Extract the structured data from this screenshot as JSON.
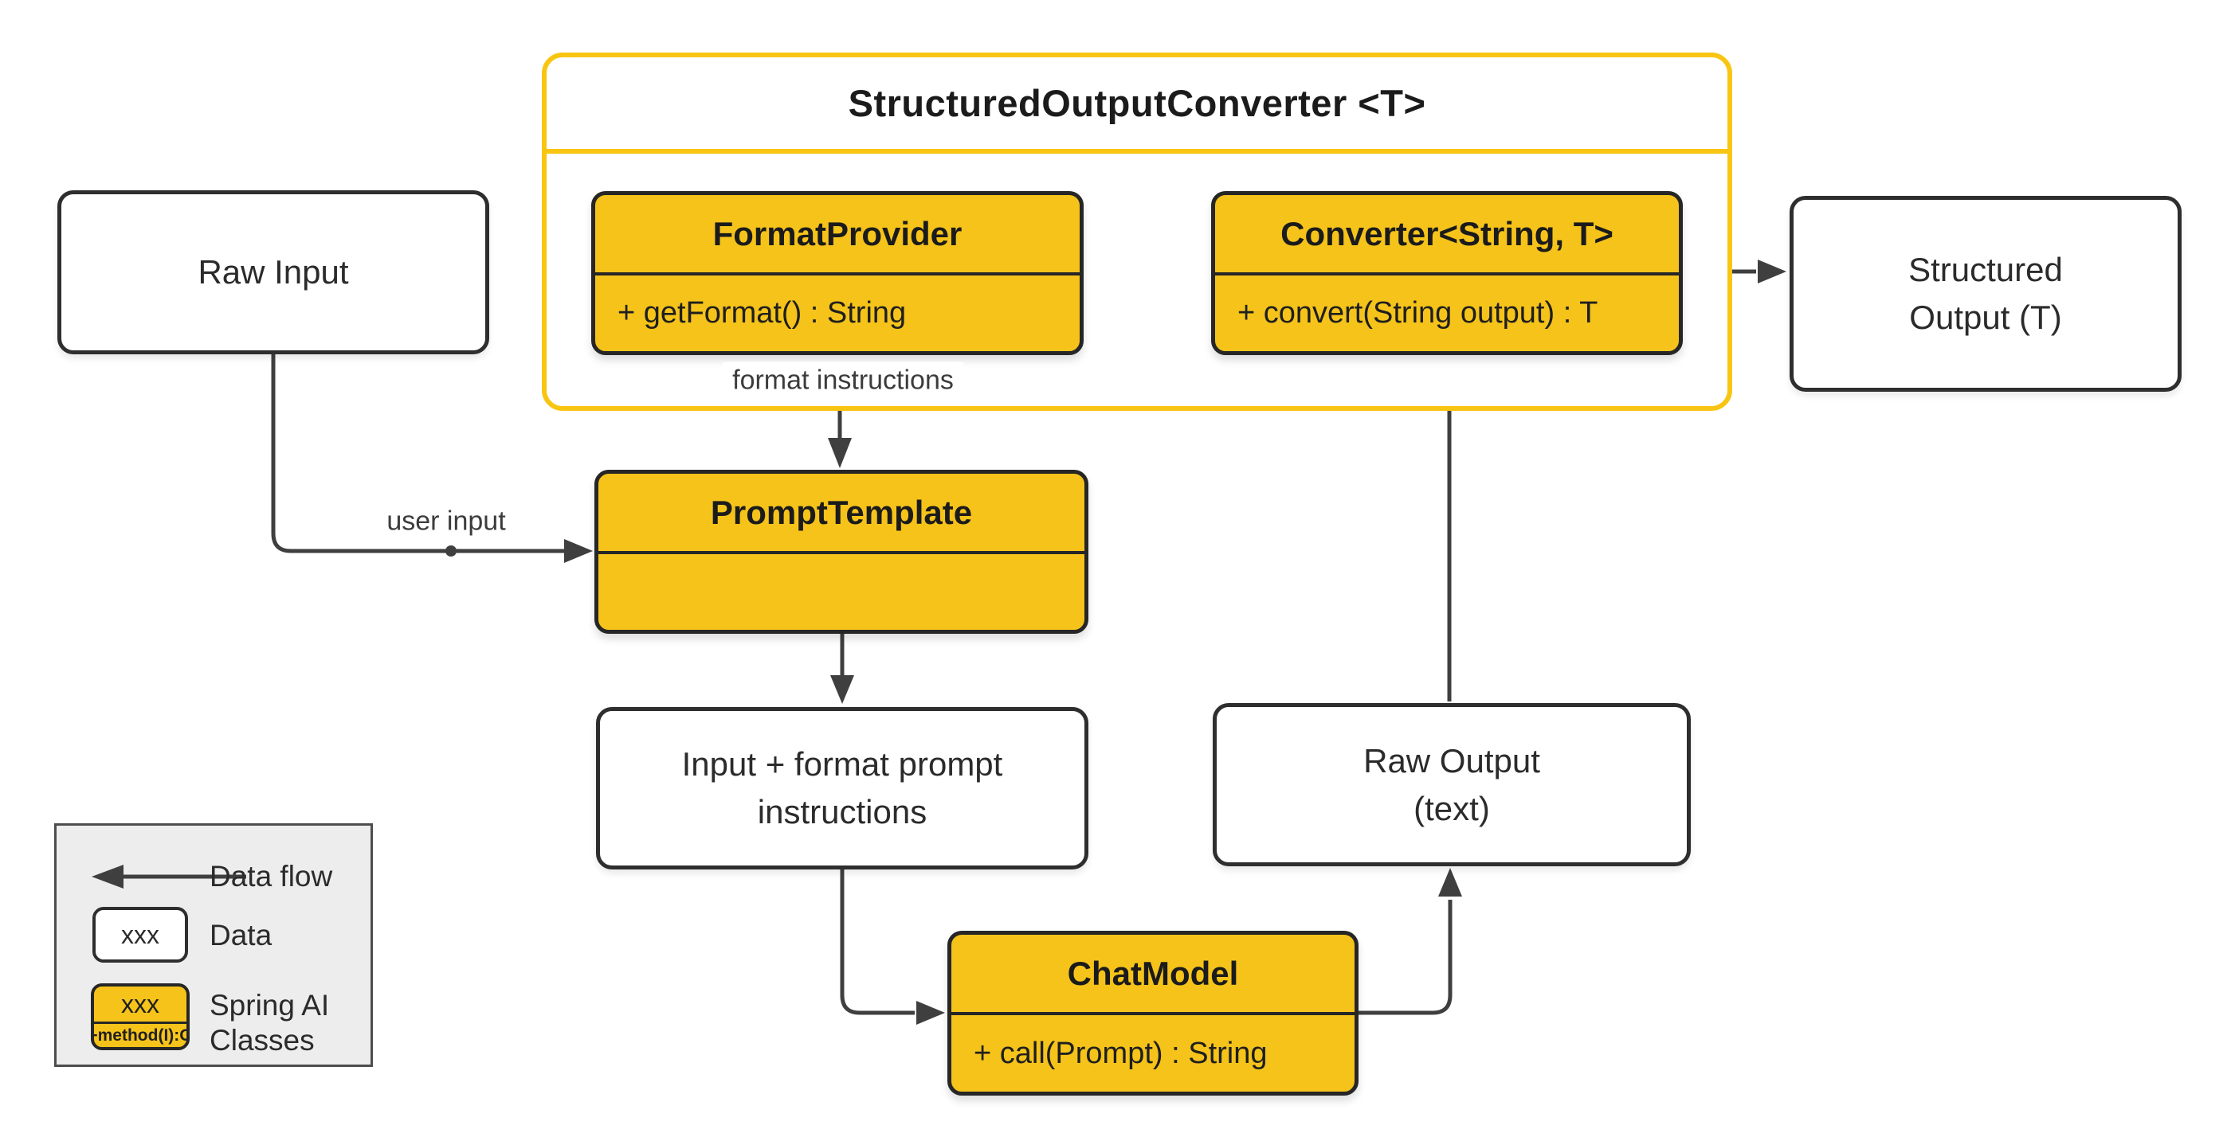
{
  "diagram": {
    "container": {
      "title": "StructuredOutputConverter <T>"
    },
    "classes": {
      "format_provider": {
        "title": "FormatProvider",
        "method": "+ getFormat() : String"
      },
      "converter": {
        "title": "Converter<String, T>",
        "method": "+ convert(String output) : T"
      },
      "prompt_template": {
        "title": "PromptTemplate",
        "method": ""
      },
      "chat_model": {
        "title": "ChatModel",
        "method": "+ call(Prompt) : String"
      }
    },
    "data_nodes": {
      "raw_input": {
        "label": "Raw Input"
      },
      "input_format": {
        "label": "Input + format prompt\ninstructions"
      },
      "raw_output": {
        "label": "Raw Output\n(text)"
      },
      "structured_output": {
        "label": "Structured\nOutput (T)"
      }
    },
    "edge_labels": {
      "format_instructions": "format instructions",
      "user_input": "user input"
    }
  },
  "legend": {
    "data_flow_label": "Data flow",
    "data_label": "Data",
    "spring_classes_label": "Spring AI\nClasses",
    "data_box_placeholder": "xxx",
    "class_box_placeholder": "xxx",
    "class_method_placeholder": "+method(I):O"
  },
  "colors": {
    "spring_class_fill": "#F5C31A",
    "container_border": "#F9C513",
    "class_border": "#262626",
    "node_border": "#2E2E2E",
    "connector": "#3F3F3F",
    "legend_background": "#EDEDED",
    "legend_border": "#4D4D4D",
    "page_background": "#FFFFFF",
    "text_dark": "#1B1B1B"
  }
}
